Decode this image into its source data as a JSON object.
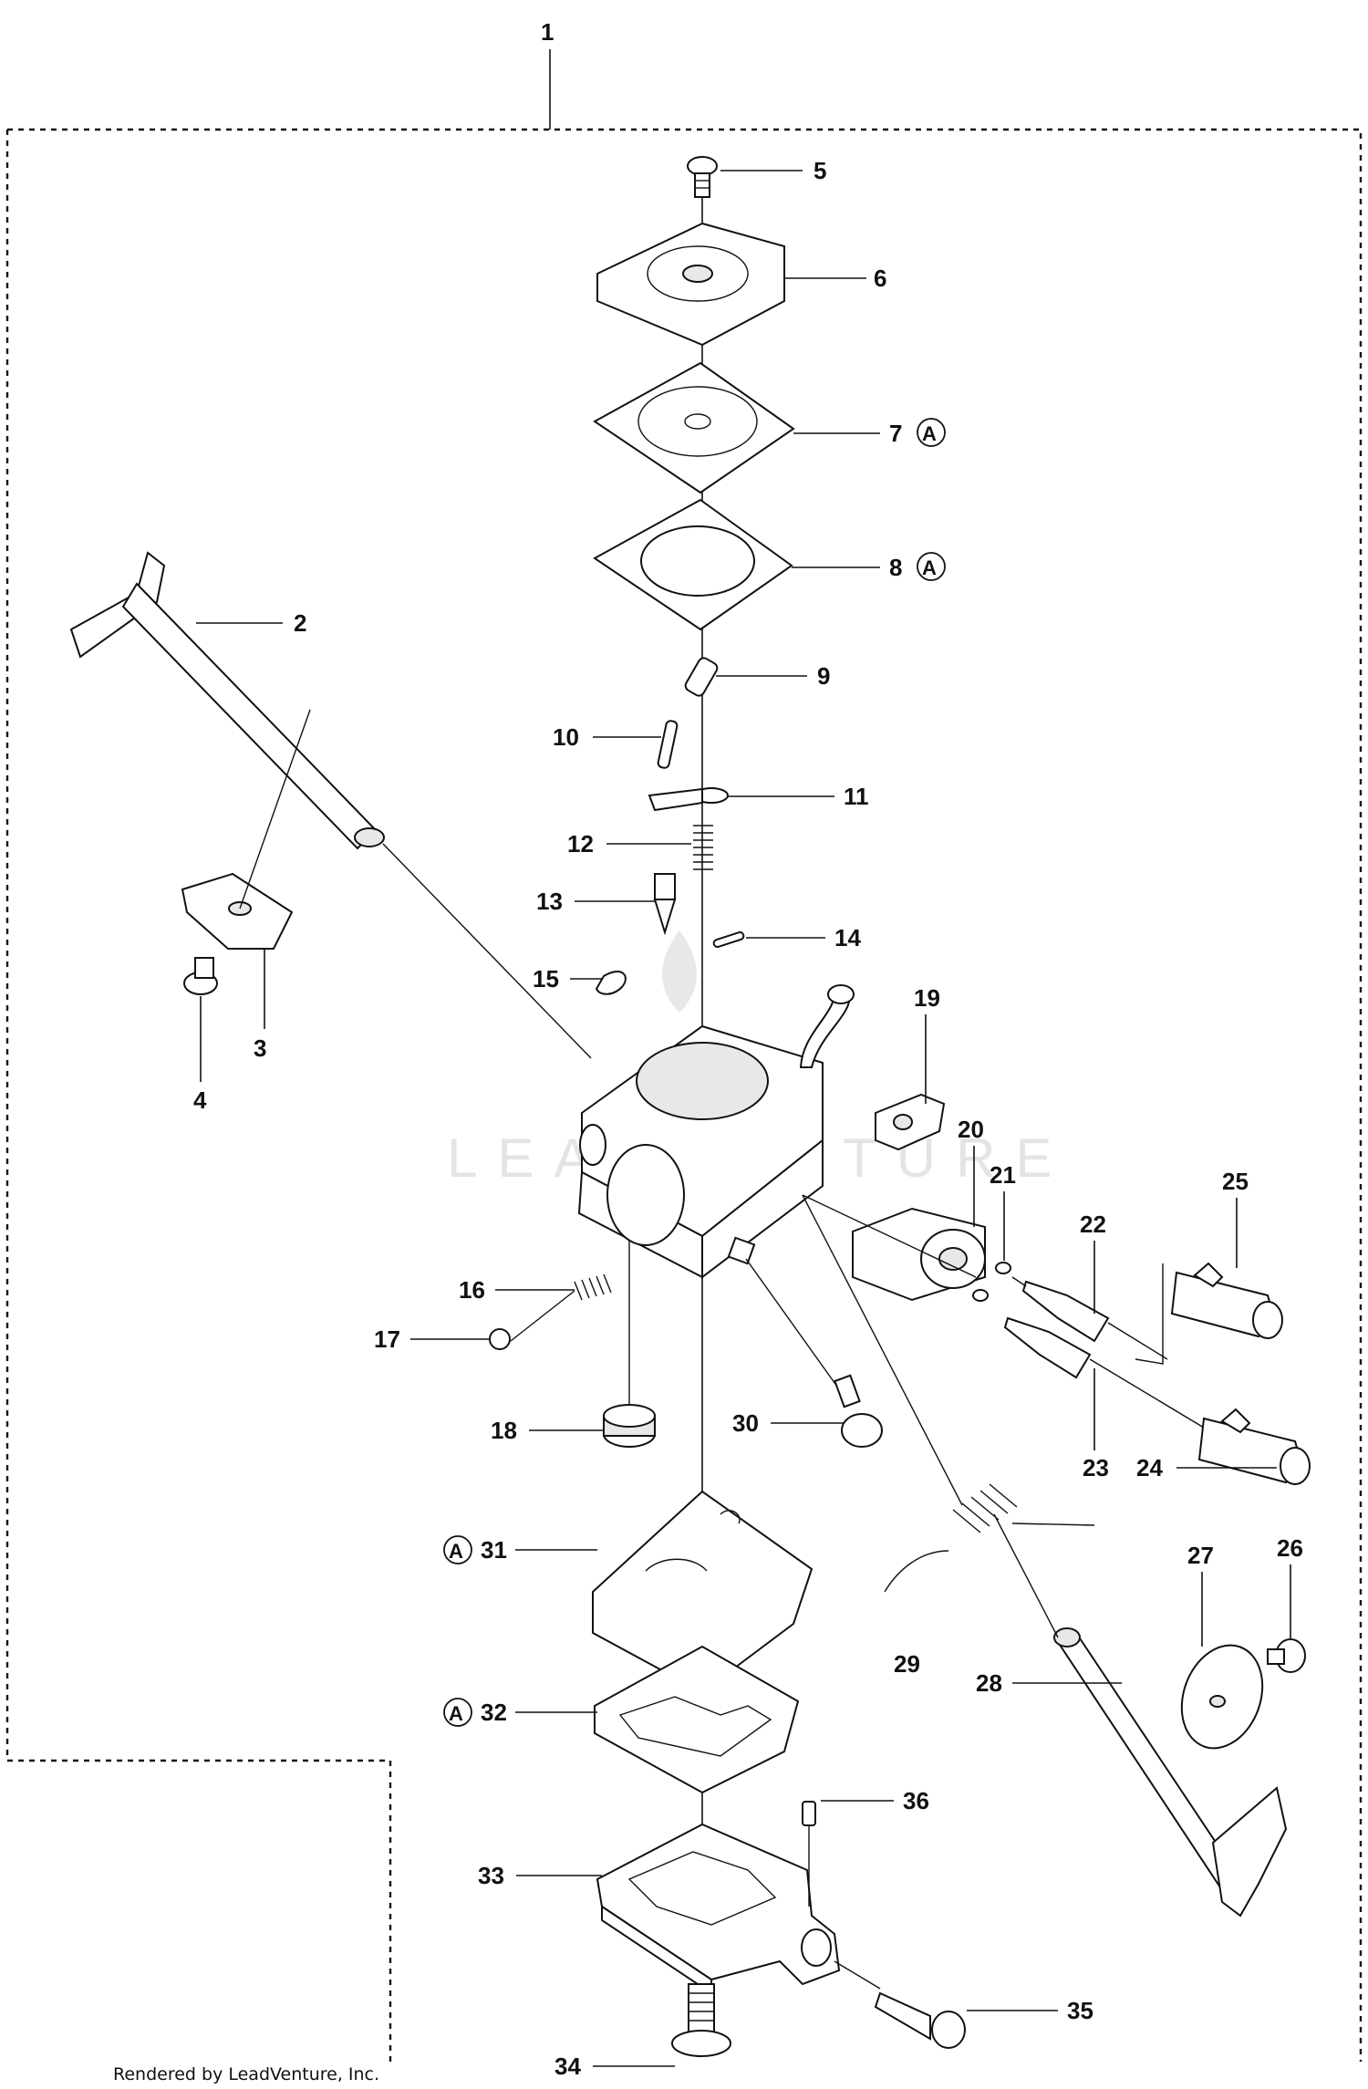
{
  "diagram": {
    "assembly_label": "1",
    "callouts": [
      {
        "num": "2"
      },
      {
        "num": "3"
      },
      {
        "num": "4"
      },
      {
        "num": "5"
      },
      {
        "num": "6"
      },
      {
        "num": "7",
        "marker": "A"
      },
      {
        "num": "8",
        "marker": "A"
      },
      {
        "num": "9"
      },
      {
        "num": "10"
      },
      {
        "num": "11"
      },
      {
        "num": "12"
      },
      {
        "num": "13"
      },
      {
        "num": "14"
      },
      {
        "num": "15"
      },
      {
        "num": "16"
      },
      {
        "num": "17"
      },
      {
        "num": "18"
      },
      {
        "num": "19"
      },
      {
        "num": "20"
      },
      {
        "num": "21"
      },
      {
        "num": "22"
      },
      {
        "num": "23"
      },
      {
        "num": "24"
      },
      {
        "num": "25"
      },
      {
        "num": "26"
      },
      {
        "num": "27"
      },
      {
        "num": "28"
      },
      {
        "num": "29"
      },
      {
        "num": "30"
      },
      {
        "num": "31",
        "marker": "A"
      },
      {
        "num": "32",
        "marker": "A"
      },
      {
        "num": "33"
      },
      {
        "num": "34"
      },
      {
        "num": "35"
      },
      {
        "num": "36"
      }
    ],
    "watermark": "LEADVENTURE"
  },
  "footer": {
    "credit": "Rendered by LeadVenture, Inc."
  }
}
